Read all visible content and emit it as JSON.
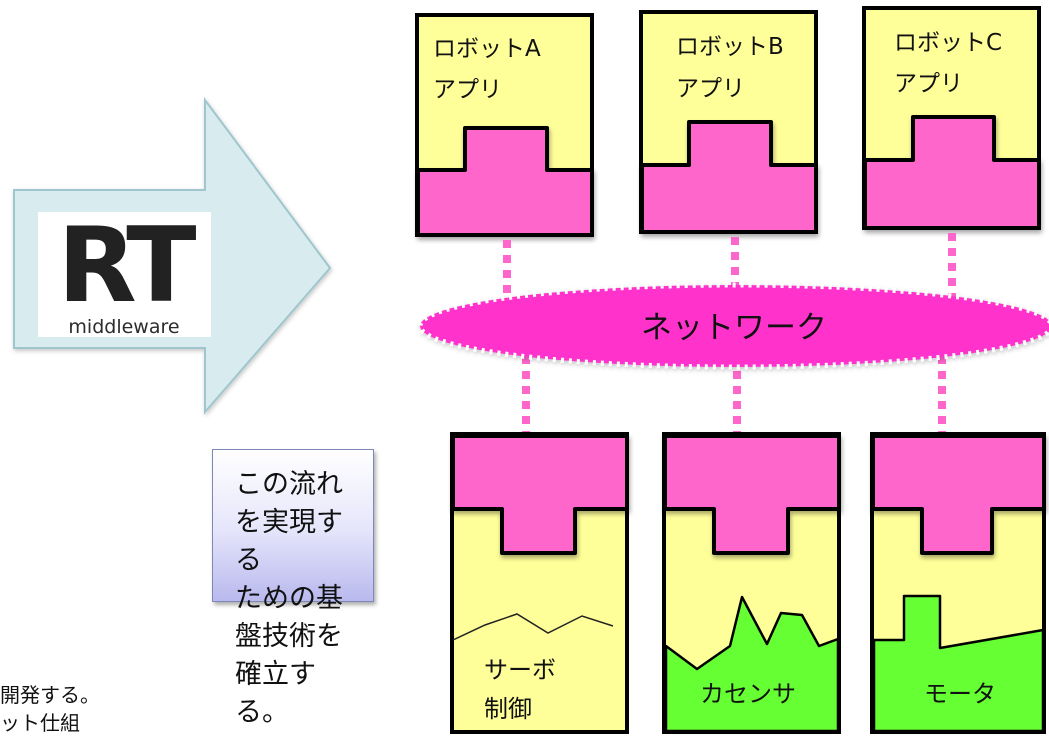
{
  "colors": {
    "module_fill": "#ffff99",
    "component_fill": "#ff66cc",
    "network_fill": "#ff33cc",
    "hardware_fill": "#66ff33",
    "arrow_fill": "#d8ecef",
    "arrow_stroke": "#9fc6cd"
  },
  "logo": {
    "mark": "RT",
    "word": "middleware"
  },
  "network": {
    "label": "ネットワーク"
  },
  "applications": [
    {
      "line1": "ロボットA",
      "line2": "アプリ"
    },
    {
      "line1": "ロボットB",
      "line2": "アプリ"
    },
    {
      "line1": "ロボットC",
      "line2": "アプリ"
    }
  ],
  "devices": [
    {
      "line1": "サーボ",
      "line2": "制御",
      "shape": "line-icon"
    },
    {
      "line1": "カセンサ",
      "line2": "",
      "shape": "peak-icon"
    },
    {
      "line1": "モータ",
      "line2": "",
      "shape": "step-icon"
    }
  ],
  "note": {
    "text": "この流れを実現する\nための基盤技術を\n確立する。"
  },
  "partial_text": {
    "text": "開発する。\nット仕組"
  }
}
